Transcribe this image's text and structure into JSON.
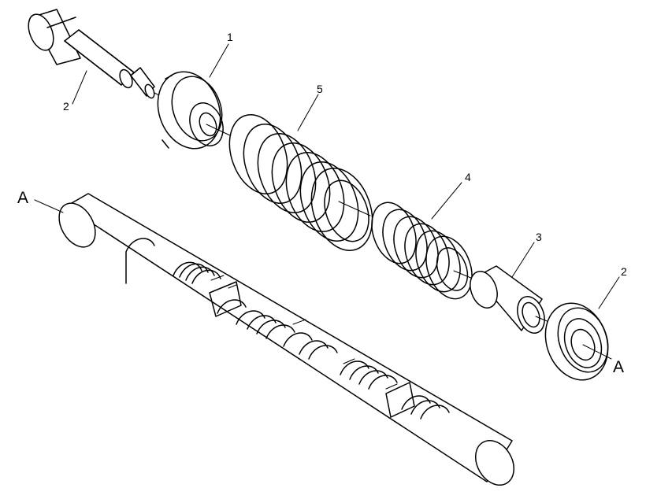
{
  "callouts": {
    "part_1": "1",
    "part_2_upper": "2",
    "part_2_lower": "2",
    "part_3": "3",
    "part_4": "4",
    "part_5": "5",
    "ref_a_left": "A",
    "ref_a_right": "A"
  }
}
